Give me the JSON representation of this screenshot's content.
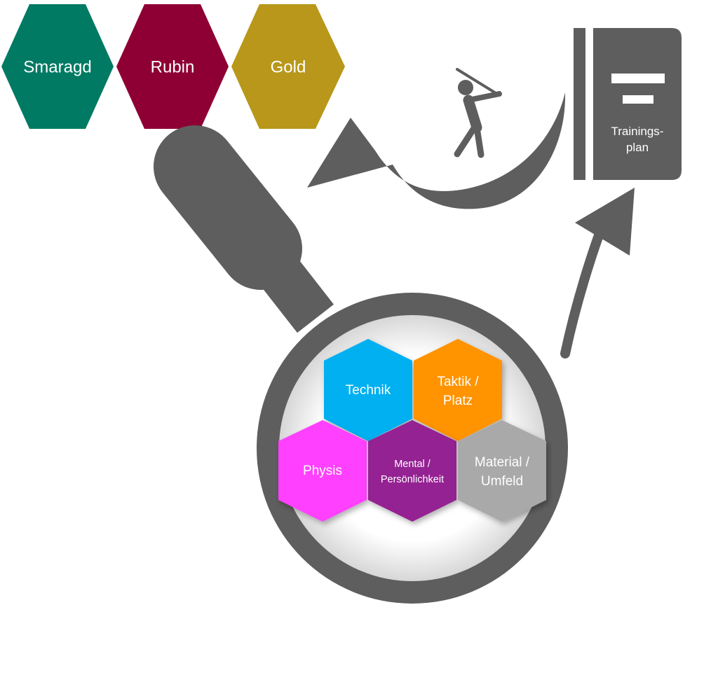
{
  "levels": [
    {
      "label": "Smaragd",
      "color": "#007A63"
    },
    {
      "label": "Rubin",
      "color": "#8E0033"
    },
    {
      "label": "Gold",
      "color": "#B8971A"
    }
  ],
  "categories": [
    {
      "lines": [
        "Technik"
      ],
      "color": "#00B0F0"
    },
    {
      "lines": [
        "Taktik /",
        "Platz"
      ],
      "color": "#FF9300"
    },
    {
      "lines": [
        "Physis"
      ],
      "color": "#FF40FF"
    },
    {
      "lines": [
        "Mental /",
        "Persönlichkeit"
      ],
      "color": "#942192"
    },
    {
      "lines": [
        "Material /",
        "Umfeld"
      ],
      "color": "#A9A9A9"
    }
  ],
  "plan": {
    "line1": "Trainings-",
    "line2": "plan"
  },
  "icons": {
    "magnifier": "magnifier-icon",
    "book": "book-icon",
    "golfer": "golfer-icon",
    "arrow_up": "arrow-up-icon",
    "arrow_curved": "curved-arrow-icon"
  },
  "colors": {
    "icon_gray": "#5E5E5E",
    "text": "#FFFFFF"
  }
}
